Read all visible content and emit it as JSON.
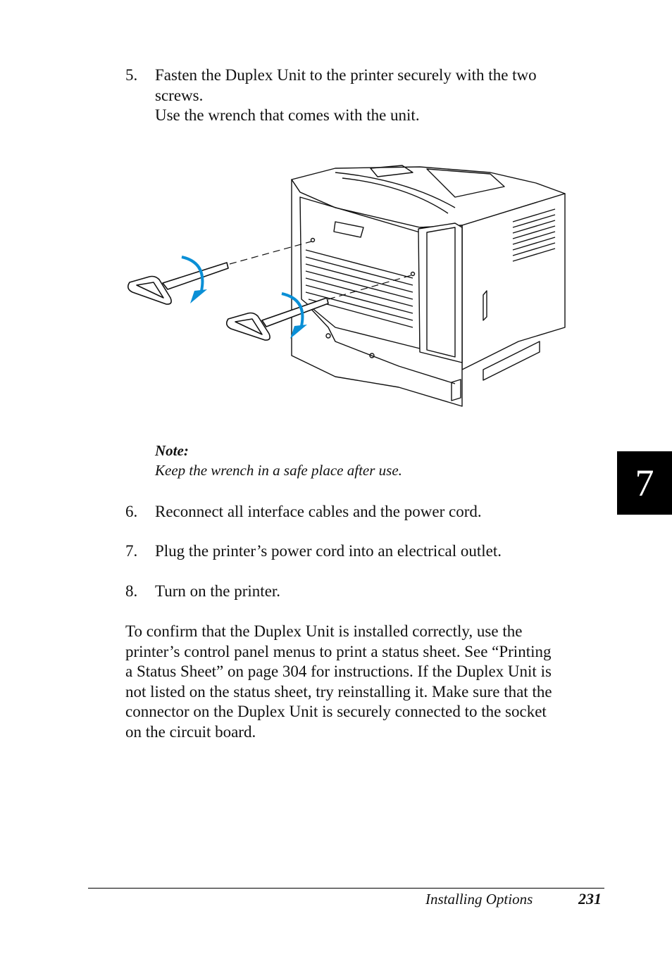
{
  "steps": [
    {
      "number": "5.",
      "lines": [
        "Fasten the Duplex Unit to the printer securely with the two",
        "screws.",
        "Use the wrench that comes with the unit."
      ]
    },
    {
      "number": "6.",
      "lines": [
        "Reconnect all interface cables and the power cord."
      ]
    },
    {
      "number": "7.",
      "lines": [
        "Plug the printer’s power cord into an electrical outlet."
      ]
    },
    {
      "number": "8.",
      "lines": [
        "Turn on the printer."
      ]
    }
  ],
  "note": {
    "label": "Note:",
    "text": "Keep the wrench in a safe place after use."
  },
  "paragraph": [
    "To confirm that the Duplex Unit is installed correctly, use the",
    "printer’s control panel menus to print a status sheet. See “Printing",
    "a Status Sheet” on page 304 for instructions. If the Duplex Unit is",
    "not listed on the status sheet, try reinstalling it. Make sure that the",
    "connector on the Duplex Unit is securely connected to the socket",
    "on the circuit board."
  ],
  "chapter_tab": "7",
  "footer": {
    "section": "Installing Options",
    "page": "231"
  },
  "colors": {
    "arrow": "#0a8fd6",
    "tab": "#000000"
  },
  "icons": [
    "wrench-icon",
    "rotation-arrow-icon",
    "printer-illustration"
  ]
}
